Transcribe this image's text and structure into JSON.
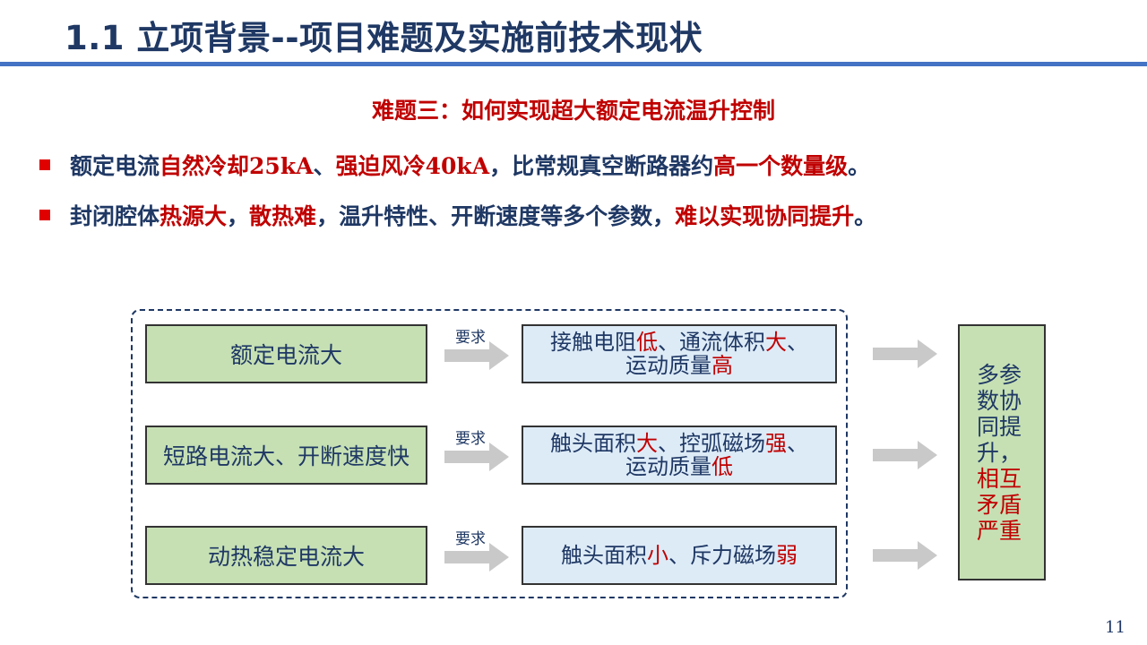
{
  "slide": {
    "title": "1.1 立项背景--项目难题及实施前技术现状",
    "subtitle": "难题三：如何实现超大额定电流温升控制",
    "page_number": "11"
  },
  "bullets": [
    {
      "parts": [
        {
          "text": "额定电流",
          "style": "normal"
        },
        {
          "text": "自然冷却",
          "style": "red"
        },
        {
          "text": "25kA",
          "style": "red-serif"
        },
        {
          "text": "、",
          "style": "normal"
        },
        {
          "text": "强迫风冷",
          "style": "red"
        },
        {
          "text": "40kA",
          "style": "red-serif"
        },
        {
          "text": "，比常规真空断路器约",
          "style": "normal"
        },
        {
          "text": "高一个数量级",
          "style": "red"
        },
        {
          "text": "。",
          "style": "normal"
        }
      ]
    },
    {
      "parts": [
        {
          "text": "封闭腔体",
          "style": "normal"
        },
        {
          "text": "热源大",
          "style": "red"
        },
        {
          "text": "，",
          "style": "normal"
        },
        {
          "text": "散热难",
          "style": "red"
        },
        {
          "text": "，温升特性、开断速度等多个参数，",
          "style": "normal"
        },
        {
          "text": "难以实现协同提升",
          "style": "red"
        },
        {
          "text": "。",
          "style": "normal"
        }
      ]
    }
  ],
  "diagram": {
    "arrow_label": "要求",
    "rows": [
      {
        "condition": "额定电流大",
        "line1": [
          {
            "text": "接触电阻",
            "style": "normal"
          },
          {
            "text": "低",
            "style": "red"
          },
          {
            "text": "、通流体积",
            "style": "normal"
          },
          {
            "text": "大",
            "style": "red"
          },
          {
            "text": "、",
            "style": "normal"
          }
        ],
        "line2": [
          {
            "text": "运动质量",
            "style": "normal"
          },
          {
            "text": "高",
            "style": "red"
          }
        ]
      },
      {
        "condition": "短路电流大、开断速度快",
        "line1": [
          {
            "text": "触头面积",
            "style": "normal"
          },
          {
            "text": "大",
            "style": "red"
          },
          {
            "text": "、控弧磁场",
            "style": "normal"
          },
          {
            "text": "强",
            "style": "red"
          },
          {
            "text": "、",
            "style": "normal"
          }
        ],
        "line2": [
          {
            "text": "运动质量",
            "style": "normal"
          },
          {
            "text": "低",
            "style": "red"
          }
        ]
      },
      {
        "condition": "动热稳定电流大",
        "line1": [
          {
            "text": "触头面积",
            "style": "normal"
          },
          {
            "text": "小",
            "style": "red"
          },
          {
            "text": "、斥力磁场",
            "style": "normal"
          },
          {
            "text": "弱",
            "style": "red"
          }
        ],
        "line2": []
      }
    ],
    "conclusion_normal": "多参数协同提升，",
    "conclusion_red": "相互矛盾严重"
  },
  "colors": {
    "title": "#1f3864",
    "accent_red": "#c00000",
    "title_rule": "#4472c4",
    "green_box": "#c6e0b4",
    "blue_box": "#ddebf7",
    "arrow_gray": "#c9c9c9"
  }
}
